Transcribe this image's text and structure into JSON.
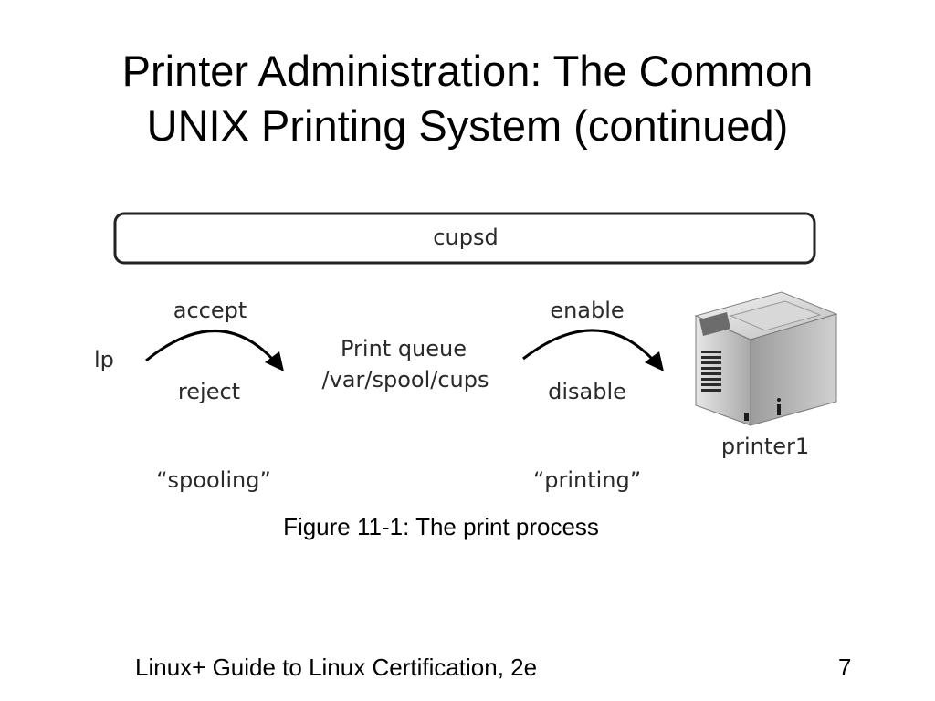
{
  "slide": {
    "title_line1": "Printer Administration: The Common",
    "title_line2": "UNIX Printing System (continued)",
    "caption": "Figure 11-1: The print process",
    "footer_text": "Linux+ Guide to Linux Certification, 2e",
    "page_number": "7"
  },
  "diagram": {
    "daemon_label": "cupsd",
    "client_label": "lp",
    "arrow1_top": "accept",
    "arrow1_bottom": "reject",
    "queue_line1": "Print queue",
    "queue_line2": "/var/spool/cups",
    "arrow2_top": "enable",
    "arrow2_bottom": "disable",
    "printer_label": "printer1",
    "stage1_label": "“spooling”",
    "stage2_label": "“printing”",
    "icons": [
      "printer-icon"
    ]
  }
}
